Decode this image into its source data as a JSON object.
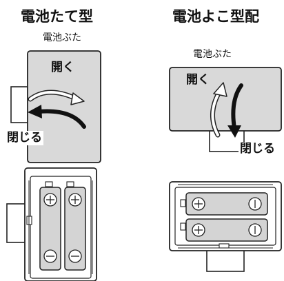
{
  "titles": {
    "vertical": "電池たて型",
    "horizontal": "電池よこ型配"
  },
  "left_panel": {
    "cover_label": "電池ぶた",
    "open_label": "開く",
    "close_label": "閉じる"
  },
  "right_panel": {
    "cover_label": "電池ぶた",
    "open_label": "開く",
    "close_label": "閉じる"
  },
  "colors": {
    "cover_fill": "#d9d9d9",
    "battery_fill": "#d4d4d4",
    "stroke": "#222222",
    "background": "#ffffff"
  },
  "icons": {
    "plus": "plus-terminal-icon",
    "minus": "minus-terminal-icon"
  }
}
